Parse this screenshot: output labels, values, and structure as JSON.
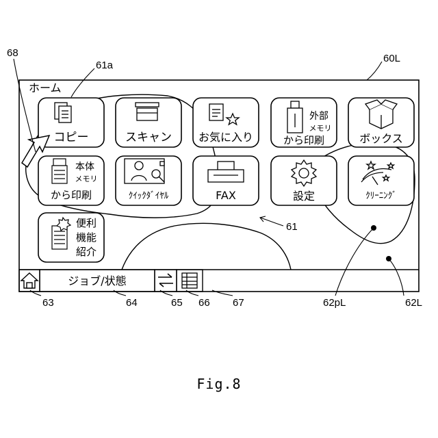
{
  "screen": {
    "title": "ホーム",
    "tiles": [
      {
        "id": "copy",
        "lines": [
          "コピー"
        ],
        "icon": "copy-icon"
      },
      {
        "id": "scan",
        "lines": [
          "スキャン"
        ],
        "icon": "scanner-icon"
      },
      {
        "id": "favorites",
        "lines": [
          "お気に入り"
        ],
        "icon": "favorite-star-icon"
      },
      {
        "id": "external-memory-print",
        "lines": [
          "外部",
          "メモリ",
          "から印刷"
        ],
        "icon": "usb-memory-icon"
      },
      {
        "id": "box",
        "lines": [
          "ボックス"
        ],
        "icon": "box-icon"
      },
      {
        "id": "internal-memory-print",
        "lines": [
          "本体",
          "メモリ",
          "から印刷"
        ],
        "icon": "printer-memory-icon"
      },
      {
        "id": "quick-dial",
        "lines": [
          "ｸｲｯｸﾀﾞｲﾔﾙ"
        ],
        "icon": "quick-dial-icon"
      },
      {
        "id": "fax",
        "lines": [
          "FAX"
        ],
        "icon": "fax-icon"
      },
      {
        "id": "settings",
        "lines": [
          "設定"
        ],
        "icon": "gear-icon"
      },
      {
        "id": "cleaning",
        "lines": [
          "ｸﾘｰﾆﾝｸﾞ"
        ],
        "icon": "cleaning-icon"
      },
      {
        "id": "feature-intro",
        "lines": [
          "便利",
          "機能",
          "紹介"
        ],
        "icon": "feature-intro-icon"
      }
    ],
    "bottom_bar": {
      "home_icon": "home-icon",
      "job_status_label": "ジョブ/状態",
      "switch_icon": "switch-icon",
      "list_icon": "list-icon"
    }
  },
  "reference_labels": {
    "r68": "68",
    "r61a": "61a",
    "r60L": "60L",
    "r61": "61",
    "r63": "63",
    "r64": "64",
    "r65": "65",
    "r66": "66",
    "r67": "67",
    "r62pL": "62pL",
    "r62L": "62L"
  },
  "caption": "Fig.8"
}
